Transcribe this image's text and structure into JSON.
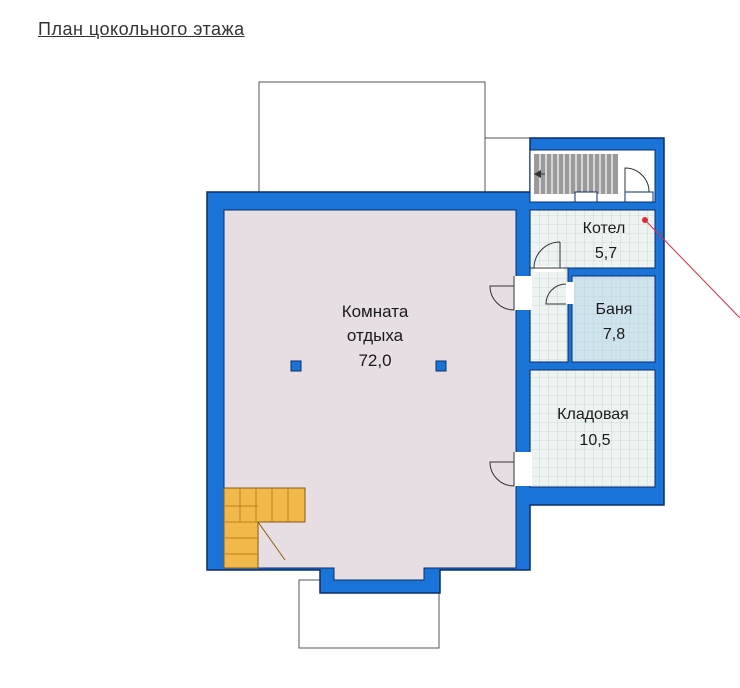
{
  "page": {
    "title": "План цокольного этажа"
  },
  "rooms": {
    "living": {
      "name_line1": "Комната",
      "name_line2": "отдыха",
      "area": "72,0"
    },
    "boiler": {
      "name": "Котел",
      "area": "5,7"
    },
    "sauna": {
      "name": "Баня",
      "area": "7,8"
    },
    "storage": {
      "name": "Кладовая",
      "area": "10,5"
    }
  },
  "colors": {
    "wall": "#1a73d6",
    "wall_outline": "#0a2e6b",
    "living_floor": "#e6dee3",
    "tile": "#e9f0ee",
    "sauna_floor": "#cfe3ec",
    "stairs": "#f1b84a",
    "marker": "#e8283f"
  }
}
